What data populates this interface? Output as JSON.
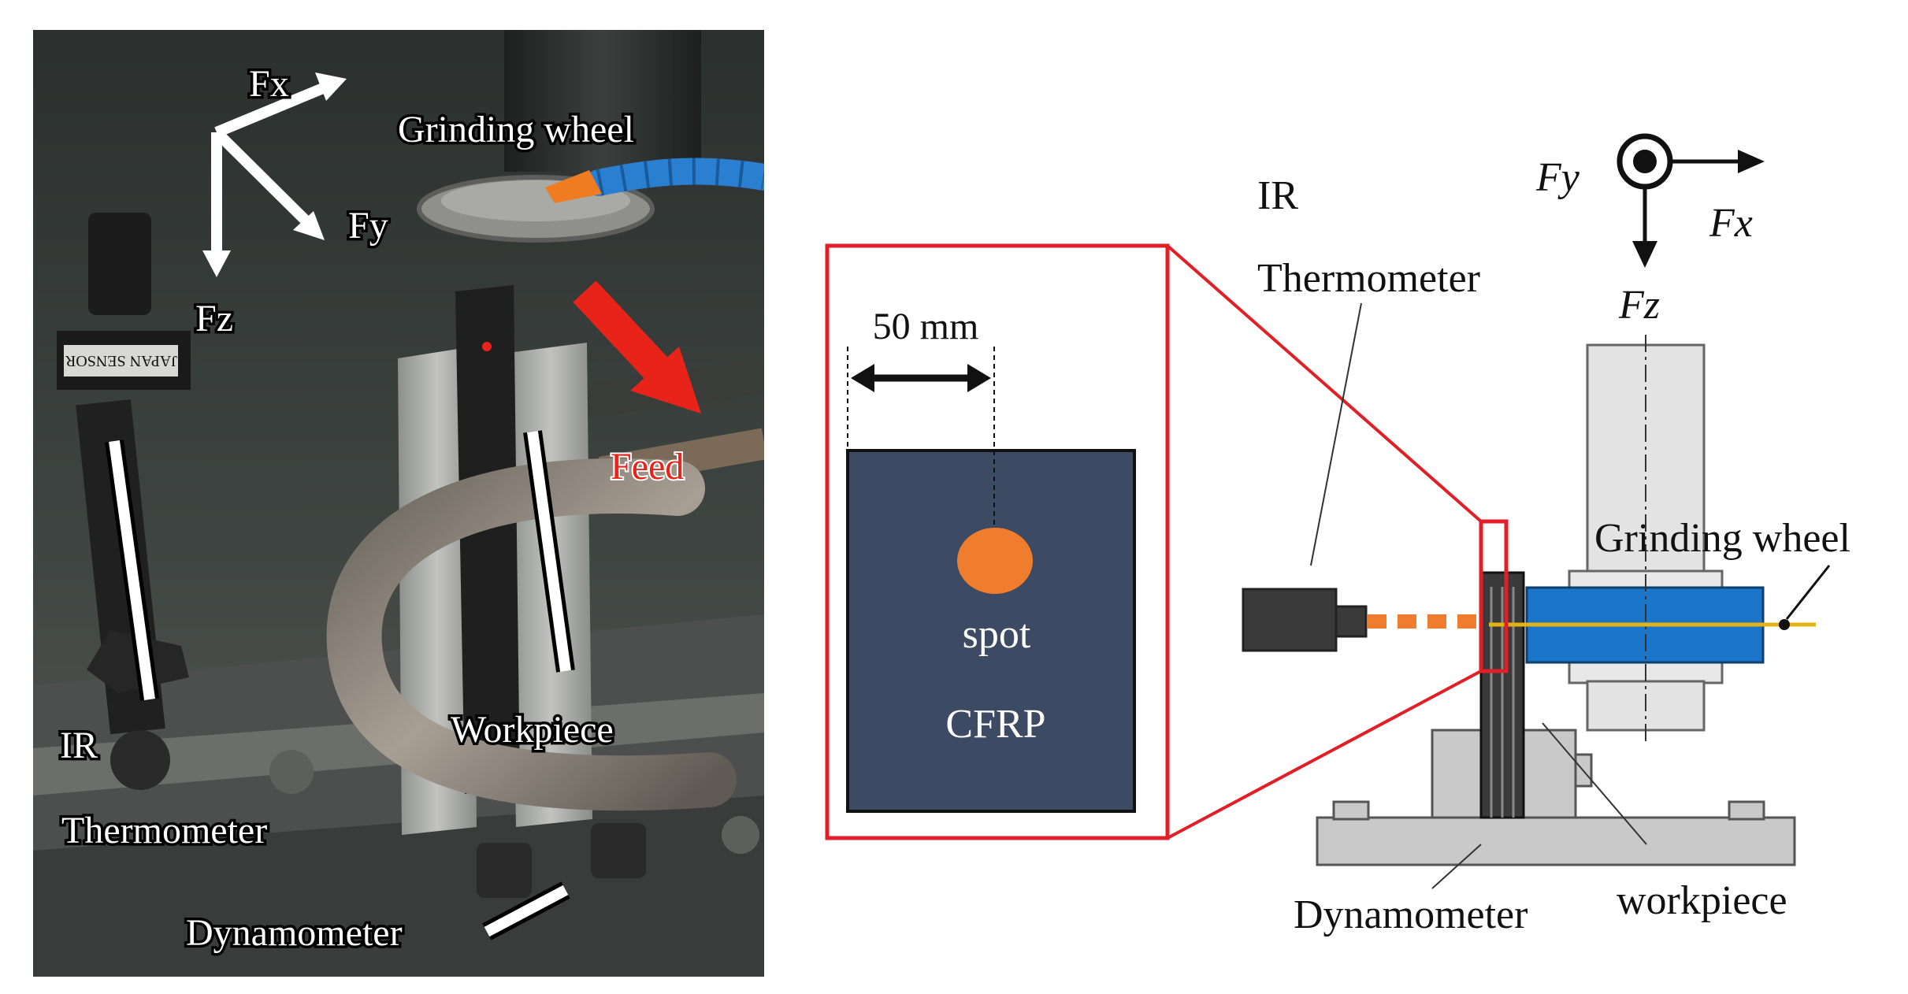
{
  "photo": {
    "labels": {
      "fx": "Fx",
      "fy": "Fy",
      "fz": "Fz",
      "grinding_wheel": "Grinding wheel",
      "feed": "Feed",
      "workpiece": "Workpiece",
      "ir": "IR",
      "thermometer": "Thermometer",
      "dynamometer": "Dynamometer",
      "sensor_brand": "JAPAN SENSOR"
    },
    "colors": {
      "feed_arrow": "#e8231a",
      "feed_text": "#e8231a",
      "coolant_nozzle": "#2a7fd1",
      "nozzle_tip": "#f07c22"
    }
  },
  "inset": {
    "dimension_label": "50 mm",
    "spot_label": "spot",
    "material_label": "CFRP",
    "colors": {
      "frame": "#e01f26",
      "panel": "#3d4a63",
      "spot": "#ef7d2d"
    }
  },
  "schematic": {
    "labels": {
      "ir": "IR",
      "thermometer": "Thermometer",
      "fy": "Fy",
      "fx": "Fx",
      "fz": "Fz",
      "grinding_wheel": "Grinding wheel",
      "dynamometer": "Dynamometer",
      "workpiece": "workpiece"
    },
    "colors": {
      "wheel": "#1b75c8",
      "wheel_axis": "#e3b215",
      "beam": "#ef7d2d",
      "thermometer_body": "#3a3a3a",
      "frame": "#e01f26"
    }
  }
}
